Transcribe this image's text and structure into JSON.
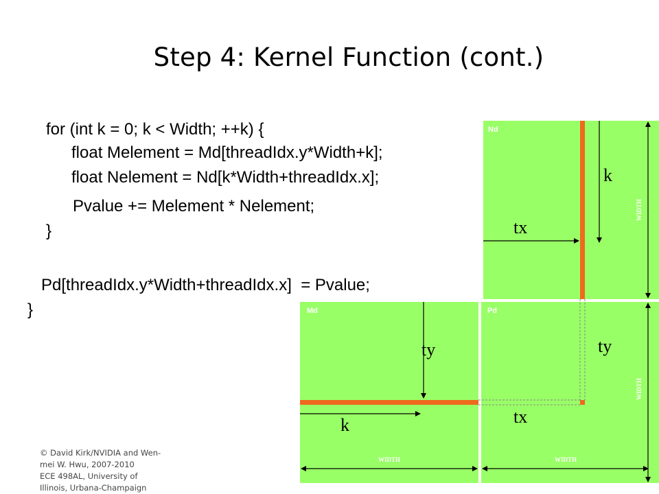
{
  "slide": {
    "title": "Step 4: Kernel Function  (cont.)"
  },
  "code": {
    "lines": [
      "for (int k = 0; k < Width; ++k) {",
      "float Melement = Md[threadIdx.y*Width+k];",
      "float Nelement = Nd[k*Width+threadIdx.x];",
      "Pvalue += Melement * Nelement;",
      "}",
      "Pd[threadIdx.y*Width+threadIdx.x]  = Pvalue;",
      "}"
    ]
  },
  "diagram": {
    "matrices": {
      "nd": "Nd",
      "md": "Md",
      "pd": "Pd"
    },
    "labels": {
      "k_nd": "k",
      "tx_nd": "tx",
      "ty_md": "ty",
      "k_md": "k",
      "ty_pd": "ty",
      "tx_pd": "tx"
    },
    "dims": {
      "nd_width": "WIDTH",
      "pd_width_right": "WIDTH",
      "md_width_bottom": "WIDTH",
      "pd_width_bottom": "WIDTH"
    },
    "colors": {
      "matrix_fill": "#99ff66",
      "highlight": "#ee6a1c"
    }
  },
  "footer": {
    "lines": [
      "© David Kirk/NVIDIA and Wen-",
      "mei W. Hwu, 2007-2010",
      "ECE 498AL, University of",
      "Illinois, Urbana-Champaign"
    ]
  }
}
